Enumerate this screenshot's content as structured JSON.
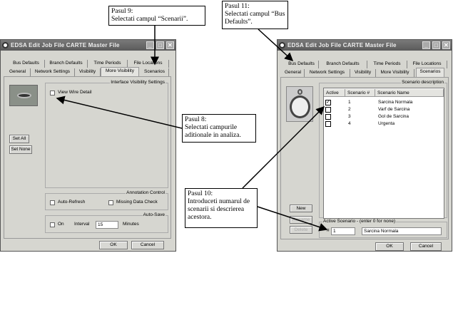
{
  "left_window": {
    "title": "EDSA Edit Job File CARTE Master File",
    "tabs_row1": [
      "Bus Defaults",
      "Branch Defaults",
      "Time Periods",
      "File Locations"
    ],
    "tabs_row2": [
      "General",
      "Network Settings",
      "Visibility",
      "More Visibility",
      "Scenarios"
    ],
    "selected_tab": "More Visibility",
    "visibility_group": "Interface Visibility Settings",
    "view_wire_detail": "View Wire Detail",
    "set_all": "Set All",
    "set_none": "Set None",
    "annotation_group": "Annotation Control",
    "auto_refresh": "Auto-Refresh",
    "missing_data": "Missing Data Check",
    "autosave_group": "Auto-Save",
    "on": "On",
    "interval": "Interval",
    "interval_value": "15",
    "minutes": "Minutes",
    "ok": "OK",
    "cancel": "Cancel"
  },
  "right_window": {
    "title": "EDSA Edit Job File CARTE Master File",
    "tabs_row1": [
      "Bus Defaults",
      "Branch Defaults",
      "Time Periods",
      "File Locations"
    ],
    "tabs_row2": [
      "General",
      "Network Settings",
      "Visibility",
      "More Visibility",
      "Scenarios"
    ],
    "selected_tab": "Scenarios",
    "scenario_group": "Scenario description",
    "columns": [
      "Active",
      "Scenario #",
      "Scenario Name"
    ],
    "rows": [
      {
        "active": true,
        "num": "1",
        "name": "Sarcina Normala"
      },
      {
        "active": false,
        "num": "2",
        "name": "Varf de Sarcina"
      },
      {
        "active": false,
        "num": "3",
        "name": "Gol de Sarcina"
      },
      {
        "active": false,
        "num": "4",
        "name": "Urgenta"
      }
    ],
    "new": "New",
    "rename": "Rename",
    "delete": "Delete",
    "active_group": "Active Scenario - (enter 0 for none)",
    "hash": "#",
    "active_num": "1",
    "active_name": "Sarcina Normala",
    "ok": "OK",
    "cancel": "Cancel"
  },
  "callouts": {
    "step9": {
      "title": "Pasul 9:",
      "text": "Selectati campul “Scenarii”."
    },
    "step11": {
      "title": "Pasul 11:",
      "text": "Selectati campul “Bus Defaults”."
    },
    "step8": {
      "title": "Pasul 8:",
      "text": "Selectati campurile aditionale in analiza."
    },
    "step10": {
      "title": "Pasul 10:",
      "text": "Introduceti numarul de scenarii si descrierea acestora."
    }
  }
}
